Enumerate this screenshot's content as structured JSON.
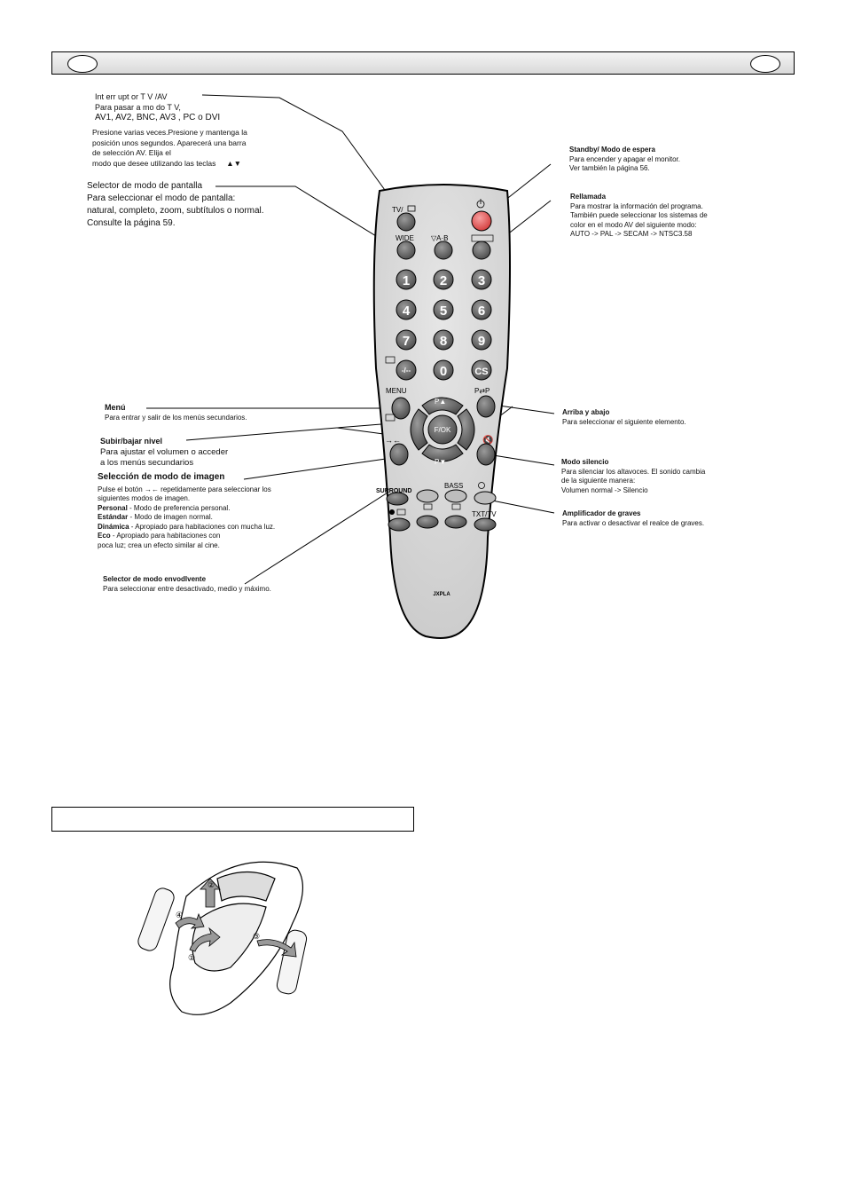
{
  "remote": {
    "model_code": "JXPLA",
    "buttons": {
      "tv_av": "TV/",
      "wide": "WIDE",
      "ab": "▽A·B",
      "n1": "1",
      "n2": "2",
      "n3": "3",
      "n4": "4",
      "n5": "5",
      "n6": "6",
      "n7": "7",
      "n8": "8",
      "n9": "9",
      "n0": "0",
      "cs": "CS",
      "dash": "-/--",
      "menu": "MENU",
      "pp": "P⇄P",
      "p_up": "P▲",
      "p_down": "P▼",
      "fok": "F/OK",
      "surround": "SURROUND",
      "bass": "BASS",
      "txt_tv": "TXT/TV"
    }
  },
  "callouts": {
    "tvav": {
      "l1": "Int err upt or  T V /AV",
      "l2": "Para  pasar a mo do T V,",
      "l3": "AV1, AV2, BNC,  AV3 ,  PC  o DVI",
      "l4": "Presione varias veces.Presione y mantenga la",
      "l5": "posición unos segundos. Aparecerá una barra",
      "l6": "de selección AV. Elija el",
      "l7": "modo que desee utilizando las teclas",
      "l7_arrows": "▲▼"
    },
    "wide": {
      "l1": "Selector de modo de pantalla",
      "l2": "Para seleccionar el modo de pantalla:",
      "l3": " natural, completo, zoom, subtítulos o normal.",
      "l4": "Consulte la página 59."
    },
    "standby": {
      "title": "Standby/ Modo de espera",
      "l1": "Para encender y apagar el monitor.",
      "l2": "Ver también la página 56."
    },
    "recall": {
      "title": "Rellamada",
      "l1": "Para mostrar la información del programa.",
      "l2": "También puede seleccionar los sistemas de",
      "l3": "color en el modo AV del siguiente modo:",
      "l4": "AUTO -> PAL -> SECAM -> NTSC3.58"
    },
    "menu": {
      "title": "Menú",
      "l1": "Para entrar y salir de los menús secundarios."
    },
    "level": {
      "title": "Subir/bajar nivel",
      "l1": "Para ajustar el volumen o acceder",
      "l2": "a los menús secundarios"
    },
    "picture": {
      "title": "Selección de modo de imagen",
      "l1a": "Pulse el botón",
      "l1b": "repetidamente para seleccionar los",
      "l2": "siguientes modos de imagen.",
      "personal_b": "Personal",
      "personal": " - Modo de preferencia personal.",
      "estandar_b": "Estándar",
      "estandar": " - Modo de imagen normal.",
      "dinamica_b": "Dinámica",
      "dinamica": " - Apropiado para habitaciones con mucha luz.",
      "eco_b": "Eco",
      "eco1": " - Apropiado para habitaciones con",
      "eco2": "poca luz; crea un efecto similar al cine."
    },
    "surround": {
      "title": "Selector de modo envodlvente",
      "l1": "Para seleccionar entre desactivado, medio y máximo."
    },
    "updown": {
      "title": "Arriba y abajo",
      "l1": "Para seleccionar el siguiente elemento."
    },
    "mute": {
      "title": "Modo silencio",
      "l1": "Para silenciar los altavoces. El sonido cambia",
      "l2": "de la siguiente manera:",
      "l3": "Volumen normal -> Silencio"
    },
    "bass": {
      "title": "Amplificador de graves",
      "l1": "Para activar o desactivar el realce de graves."
    }
  },
  "battery": {
    "steps": [
      "①",
      "②",
      "③",
      "④"
    ]
  }
}
